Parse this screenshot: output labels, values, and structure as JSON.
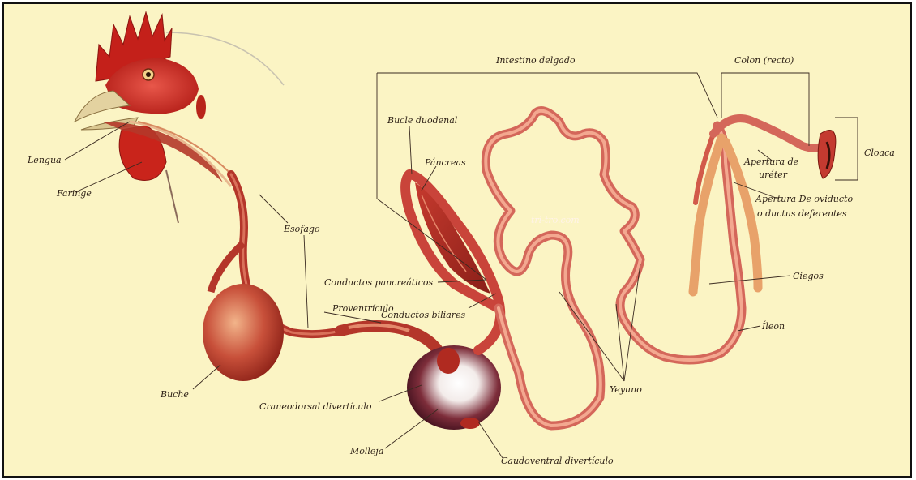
{
  "watermark": "tri-tro.com",
  "labels": {
    "lengua": "Lengua",
    "faringe": "Faringe",
    "esofago": "Esofago",
    "buche": "Buche",
    "proventriculo": "Proventrículo",
    "craneodorsal": "Craneodorsal divertículo",
    "molleja": "Molleja",
    "caudoventral": "Caudoventral divertículo",
    "conductos_pancreaticos": "Conductos pancreáticos",
    "conductos_biliares": "Conductos biliares",
    "bucle_duodenal": "Bucle duodenal",
    "pancreas": "Páncreas",
    "intestino_delgado": "Intestino delgado",
    "yeyuno": "Yeyuno",
    "ileon": "Íleon",
    "colon_recto": "Colon (recto)",
    "cloaca": "Cloaca",
    "apertura_ureter_1": "Apertura de",
    "apertura_ureter_2": "uréter",
    "apertura_oviducto_1": "Apertura De oviducto",
    "apertura_oviducto_2": "o ductus deferentes",
    "ciegos": "Ciegos"
  }
}
